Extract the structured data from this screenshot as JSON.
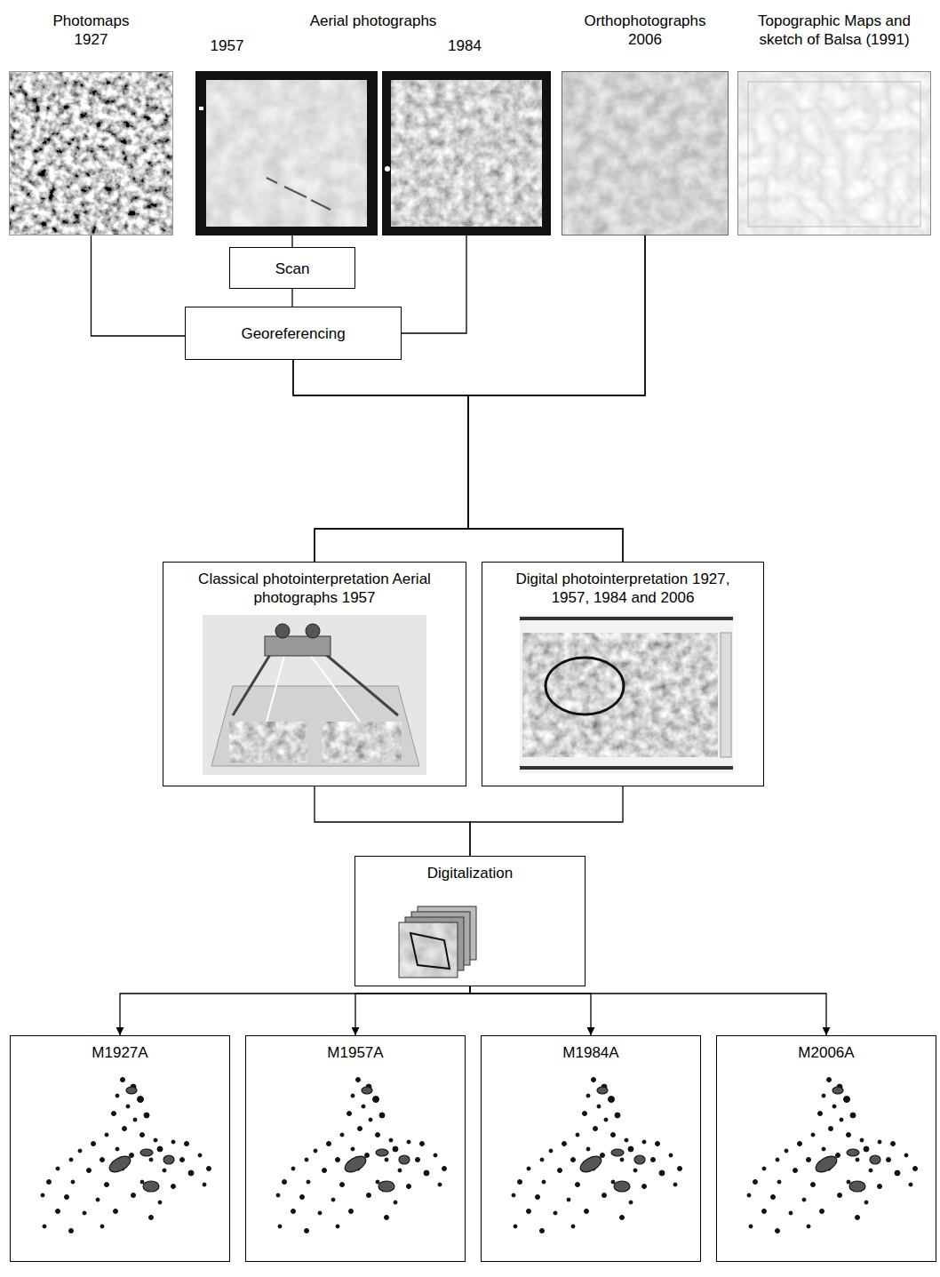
{
  "diagram": {
    "nodes": [
      {
        "text": [
          "Photomaps 1927"
        ]
      },
      {
        "text": [
          "1957"
        ]
      },
      {
        "text": [
          "1984"
        ]
      },
      {
        "text": [
          "Orthophotographs 2006"
        ]
      },
      {
        "text": [
          "Topographic Maps and sketch of Balsa (1991)"
        ]
      },
      {
        "text": [
          "Scan"
        ]
      },
      {
        "text": [
          "Georeferencing"
        ]
      },
      {
        "text": [
          "Classical photointerpretation Aerial photographs 1957"
        ]
      },
      {
        "text": [
          "Digital photointerpretation 1927, 1957, 1984 and 2006"
        ]
      },
      {
        "text": [
          "Digitalization"
        ]
      },
      {
        "text": [
          "M1927A"
        ]
      },
      {
        "text": [
          "M1957A"
        ]
      },
      {
        "text": [
          "M1984A"
        ]
      },
      {
        "text": [
          "M2006A"
        ]
      }
    ],
    "edges": [
      {
        "from": 0,
        "to": 6,
        "arrow": "none"
      },
      {
        "from": 1,
        "to": 5,
        "arrow": "none"
      },
      {
        "from": 5,
        "to": 6,
        "arrow": "none"
      },
      {
        "from": 2,
        "to": 6,
        "arrow": "none"
      },
      {
        "from": 6,
        "to": 7,
        "arrow": "none"
      },
      {
        "from": 6,
        "to": 8,
        "arrow": "none"
      },
      {
        "from": 3,
        "to": 7,
        "arrow": "none"
      },
      {
        "from": 3,
        "to": 8,
        "arrow": "none"
      },
      {
        "from": 7,
        "to": 9,
        "arrow": "none"
      },
      {
        "from": 8,
        "to": 9,
        "arrow": "none"
      },
      {
        "from": 9,
        "to": 10,
        "arrow": "to"
      },
      {
        "from": 9,
        "to": 11,
        "arrow": "to"
      },
      {
        "from": 9,
        "to": 12,
        "arrow": "to"
      },
      {
        "from": 9,
        "to": 13,
        "arrow": "to"
      }
    ],
    "labels": [
      "Aerial photographs"
    ]
  }
}
